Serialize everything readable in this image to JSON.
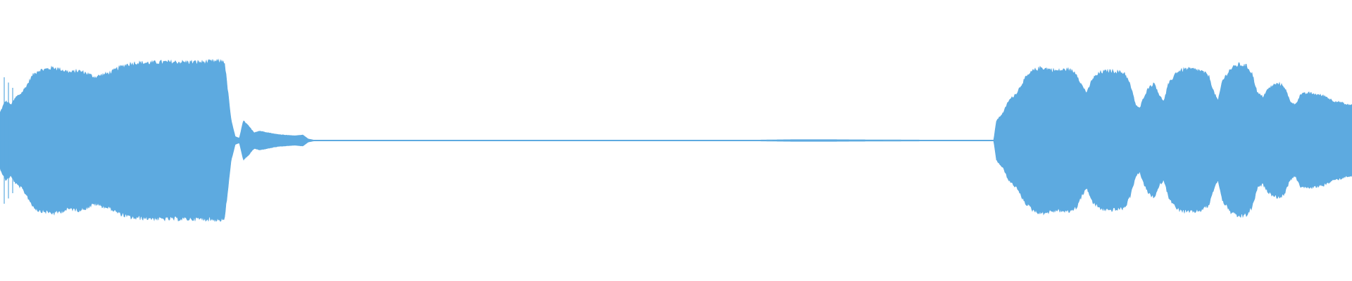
{
  "waveform": {
    "color": "#5DAAE0",
    "background": "#FFFFFF",
    "amplitude_scale": 0.75,
    "envelope": [
      [
        0.0,
        0.35
      ],
      [
        0.004,
        0.5
      ],
      [
        0.008,
        0.45
      ],
      [
        0.012,
        0.55
      ],
      [
        0.016,
        0.6
      ],
      [
        0.02,
        0.7
      ],
      [
        0.024,
        0.82
      ],
      [
        0.028,
        0.88
      ],
      [
        0.034,
        0.9
      ],
      [
        0.04,
        0.92
      ],
      [
        0.046,
        0.89
      ],
      [
        0.052,
        0.86
      ],
      [
        0.058,
        0.88
      ],
      [
        0.064,
        0.85
      ],
      [
        0.07,
        0.8
      ],
      [
        0.076,
        0.83
      ],
      [
        0.082,
        0.86
      ],
      [
        0.088,
        0.92
      ],
      [
        0.094,
        0.96
      ],
      [
        0.1,
        0.98
      ],
      [
        0.11,
        0.98
      ],
      [
        0.12,
        0.99
      ],
      [
        0.13,
        0.99
      ],
      [
        0.14,
        0.99
      ],
      [
        0.15,
        0.99
      ],
      [
        0.16,
        1.0
      ],
      [
        0.166,
        1.0
      ],
      [
        0.168,
        0.7
      ],
      [
        0.171,
        0.25
      ],
      [
        0.174,
        0.05
      ],
      [
        0.177,
        0.03
      ],
      [
        0.18,
        0.25
      ],
      [
        0.184,
        0.18
      ],
      [
        0.188,
        0.1
      ],
      [
        0.192,
        0.12
      ],
      [
        0.198,
        0.1
      ],
      [
        0.204,
        0.08
      ],
      [
        0.21,
        0.07
      ],
      [
        0.218,
        0.06
      ],
      [
        0.224,
        0.07
      ],
      [
        0.228,
        0.02
      ],
      [
        0.232,
        0.006
      ],
      [
        0.24,
        0.006
      ],
      [
        0.3,
        0.006
      ],
      [
        0.4,
        0.006
      ],
      [
        0.5,
        0.006
      ],
      [
        0.56,
        0.006
      ],
      [
        0.578,
        0.01
      ],
      [
        0.59,
        0.012
      ],
      [
        0.61,
        0.012
      ],
      [
        0.63,
        0.01
      ],
      [
        0.66,
        0.008
      ],
      [
        0.69,
        0.006
      ],
      [
        0.735,
        0.006
      ],
      [
        0.737,
        0.25
      ],
      [
        0.742,
        0.35
      ],
      [
        0.746,
        0.5
      ],
      [
        0.752,
        0.6
      ],
      [
        0.758,
        0.78
      ],
      [
        0.764,
        0.88
      ],
      [
        0.77,
        0.92
      ],
      [
        0.776,
        0.9
      ],
      [
        0.782,
        0.88
      ],
      [
        0.79,
        0.9
      ],
      [
        0.796,
        0.85
      ],
      [
        0.8,
        0.7
      ],
      [
        0.804,
        0.6
      ],
      [
        0.808,
        0.78
      ],
      [
        0.814,
        0.86
      ],
      [
        0.82,
        0.88
      ],
      [
        0.826,
        0.87
      ],
      [
        0.832,
        0.85
      ],
      [
        0.836,
        0.7
      ],
      [
        0.84,
        0.45
      ],
      [
        0.843,
        0.4
      ],
      [
        0.846,
        0.55
      ],
      [
        0.85,
        0.68
      ],
      [
        0.854,
        0.72
      ],
      [
        0.858,
        0.55
      ],
      [
        0.861,
        0.5
      ],
      [
        0.864,
        0.7
      ],
      [
        0.87,
        0.86
      ],
      [
        0.876,
        0.9
      ],
      [
        0.882,
        0.9
      ],
      [
        0.888,
        0.88
      ],
      [
        0.894,
        0.82
      ],
      [
        0.898,
        0.6
      ],
      [
        0.901,
        0.5
      ],
      [
        0.904,
        0.75
      ],
      [
        0.91,
        0.9
      ],
      [
        0.916,
        0.96
      ],
      [
        0.922,
        0.94
      ],
      [
        0.926,
        0.85
      ],
      [
        0.93,
        0.6
      ],
      [
        0.934,
        0.55
      ],
      [
        0.938,
        0.65
      ],
      [
        0.942,
        0.7
      ],
      [
        0.946,
        0.72
      ],
      [
        0.95,
        0.68
      ],
      [
        0.954,
        0.5
      ],
      [
        0.958,
        0.45
      ],
      [
        0.962,
        0.58
      ],
      [
        0.968,
        0.6
      ],
      [
        0.974,
        0.58
      ],
      [
        0.98,
        0.56
      ],
      [
        0.986,
        0.5
      ],
      [
        0.992,
        0.48
      ],
      [
        0.996,
        0.45
      ],
      [
        1.0,
        0.45
      ]
    ]
  }
}
